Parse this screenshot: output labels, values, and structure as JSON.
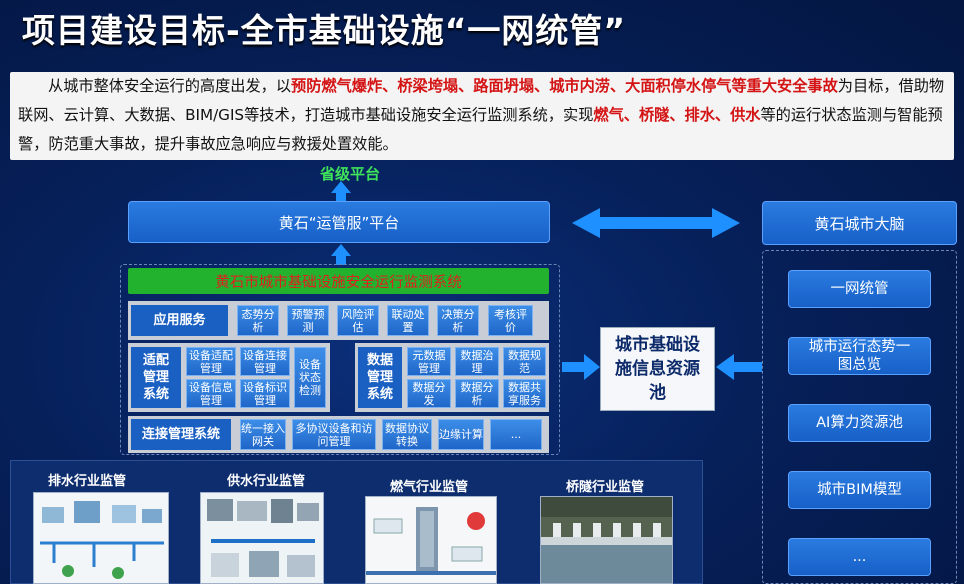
{
  "title": "项目建设目标-全市基础设施“一网统管”",
  "intro": {
    "p1": "从城市整体安全运行的高度出发，以",
    "h1": "预防燃气爆炸、桥梁垮塌、路面坍塌、城市内涝、大面积停水停气等重大安全事故",
    "p2": "为目标，借助物联网、云计算、大数据、BIM/GIS等技术，打造城市基础设施安全运行监测系统，实现",
    "h2": "燃气、桥隧、排水、供水",
    "p3": "等的运行状态监测与智能预警，防范重大事故，提升事故应急响应与救援处置效能。"
  },
  "province": "省级平台",
  "platform": "黄石“运管服”平台",
  "brain": {
    "title": "黄石城市大脑",
    "items": [
      "一网统管",
      "城市运行态势一图总览",
      "AI算力资源池",
      "城市BIM模型",
      "..."
    ]
  },
  "system": {
    "title": "黄石市城市基础设施安全运行监测系统",
    "app": {
      "label": "应用服务",
      "items": [
        "态势分析",
        "预警预测",
        "风险评估",
        "联动处置",
        "决策分析",
        "考核评价"
      ]
    },
    "adapter": {
      "label": "适配管理系统",
      "items": [
        "设备适配管理",
        "设备连接管理",
        "设备信息管理",
        "设备标识管理",
        "设备状态检测"
      ]
    },
    "data": {
      "label": "数据管理系统",
      "items": [
        "元数据管理",
        "数据治理",
        "数据规范",
        "数据分发",
        "数据分析",
        "数据共享服务"
      ]
    },
    "connect": {
      "label": "连接管理系统",
      "items": [
        "统一接入网关",
        "多协议设备和访问管理",
        "数据协议转换",
        "边缘计算",
        "..."
      ]
    }
  },
  "pool": "城市基础设施信息资源池",
  "industries": [
    "排水行业监管",
    "供水行业监管",
    "燃气行业监管",
    "桥隧行业监管"
  ],
  "colors": {
    "highlight": "#d41414",
    "green": "#22b22e",
    "blue": "#1e90ff"
  }
}
